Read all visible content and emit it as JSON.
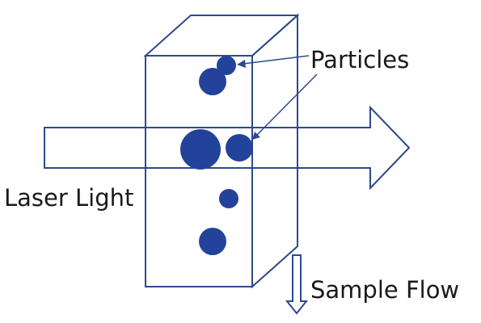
{
  "labels": {
    "particles": "Particles",
    "laser_light": "Laser Light",
    "sample_flow": "Sample Flow"
  },
  "colors": {
    "line": "#2e4a8c",
    "particle": "#23439a",
    "text": "#1a1a1a"
  }
}
